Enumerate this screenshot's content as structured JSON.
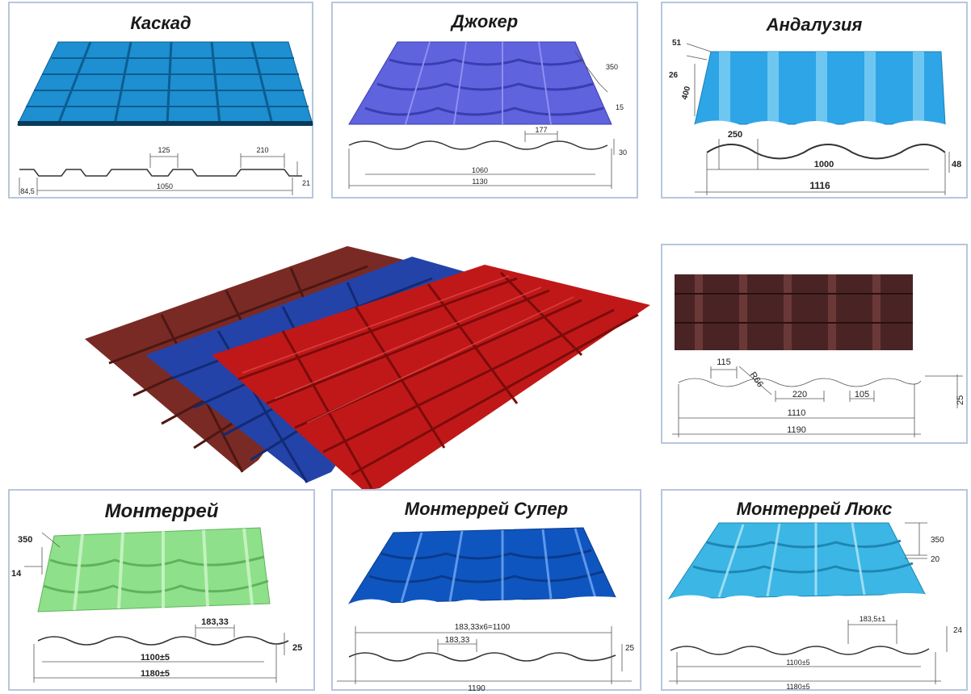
{
  "panels": {
    "kaskad": {
      "title": "Каскад",
      "color": "#1e8fd1",
      "dims": {
        "a": "125",
        "b": "210",
        "c": "84,5",
        "d": "1050",
        "e": "21"
      }
    },
    "joker": {
      "title": "Джокер",
      "color": "#5f63dd",
      "dims": {
        "a": "350",
        "b": "15",
        "c": "177",
        "d": "30",
        "e": "1060",
        "f": "1130"
      }
    },
    "andalusia": {
      "title": "Андалузия",
      "color": "#2ea5e6",
      "dims": {
        "a": "51",
        "b": "26",
        "c": "400",
        "d": "250",
        "e": "1000",
        "f": "48",
        "g": "1116"
      }
    },
    "unnamed": {
      "color": "#4a2424",
      "dims": {
        "a": "115",
        "b": "R66",
        "c": "220",
        "d": "105",
        "e": "1110",
        "f": "25",
        "g": "1190"
      }
    },
    "monterrey": {
      "title": "Монтеррей",
      "color": "#8fe08a",
      "dims": {
        "a": "350",
        "b": "14",
        "c": "183,33",
        "d": "25",
        "e": "1100±5",
        "f": "1180±5"
      }
    },
    "monterrey_super": {
      "title": "Монтеррей Супер",
      "color": "#0f55c0",
      "dims": {
        "a": "183,33х6=1100",
        "b": "183,33",
        "c": "25",
        "d": "1190"
      }
    },
    "monterrey_lux": {
      "title": "Монтеррей Люкс",
      "color": "#3cb6e4",
      "dims": {
        "a": "350",
        "b": "20",
        "c": "183,5±1",
        "d": "24",
        "e": "1100±5",
        "f": "1180±5"
      }
    }
  },
  "center": {
    "sheet_colors": [
      "#7a2a24",
      "#2443a8",
      "#c01818"
    ]
  }
}
